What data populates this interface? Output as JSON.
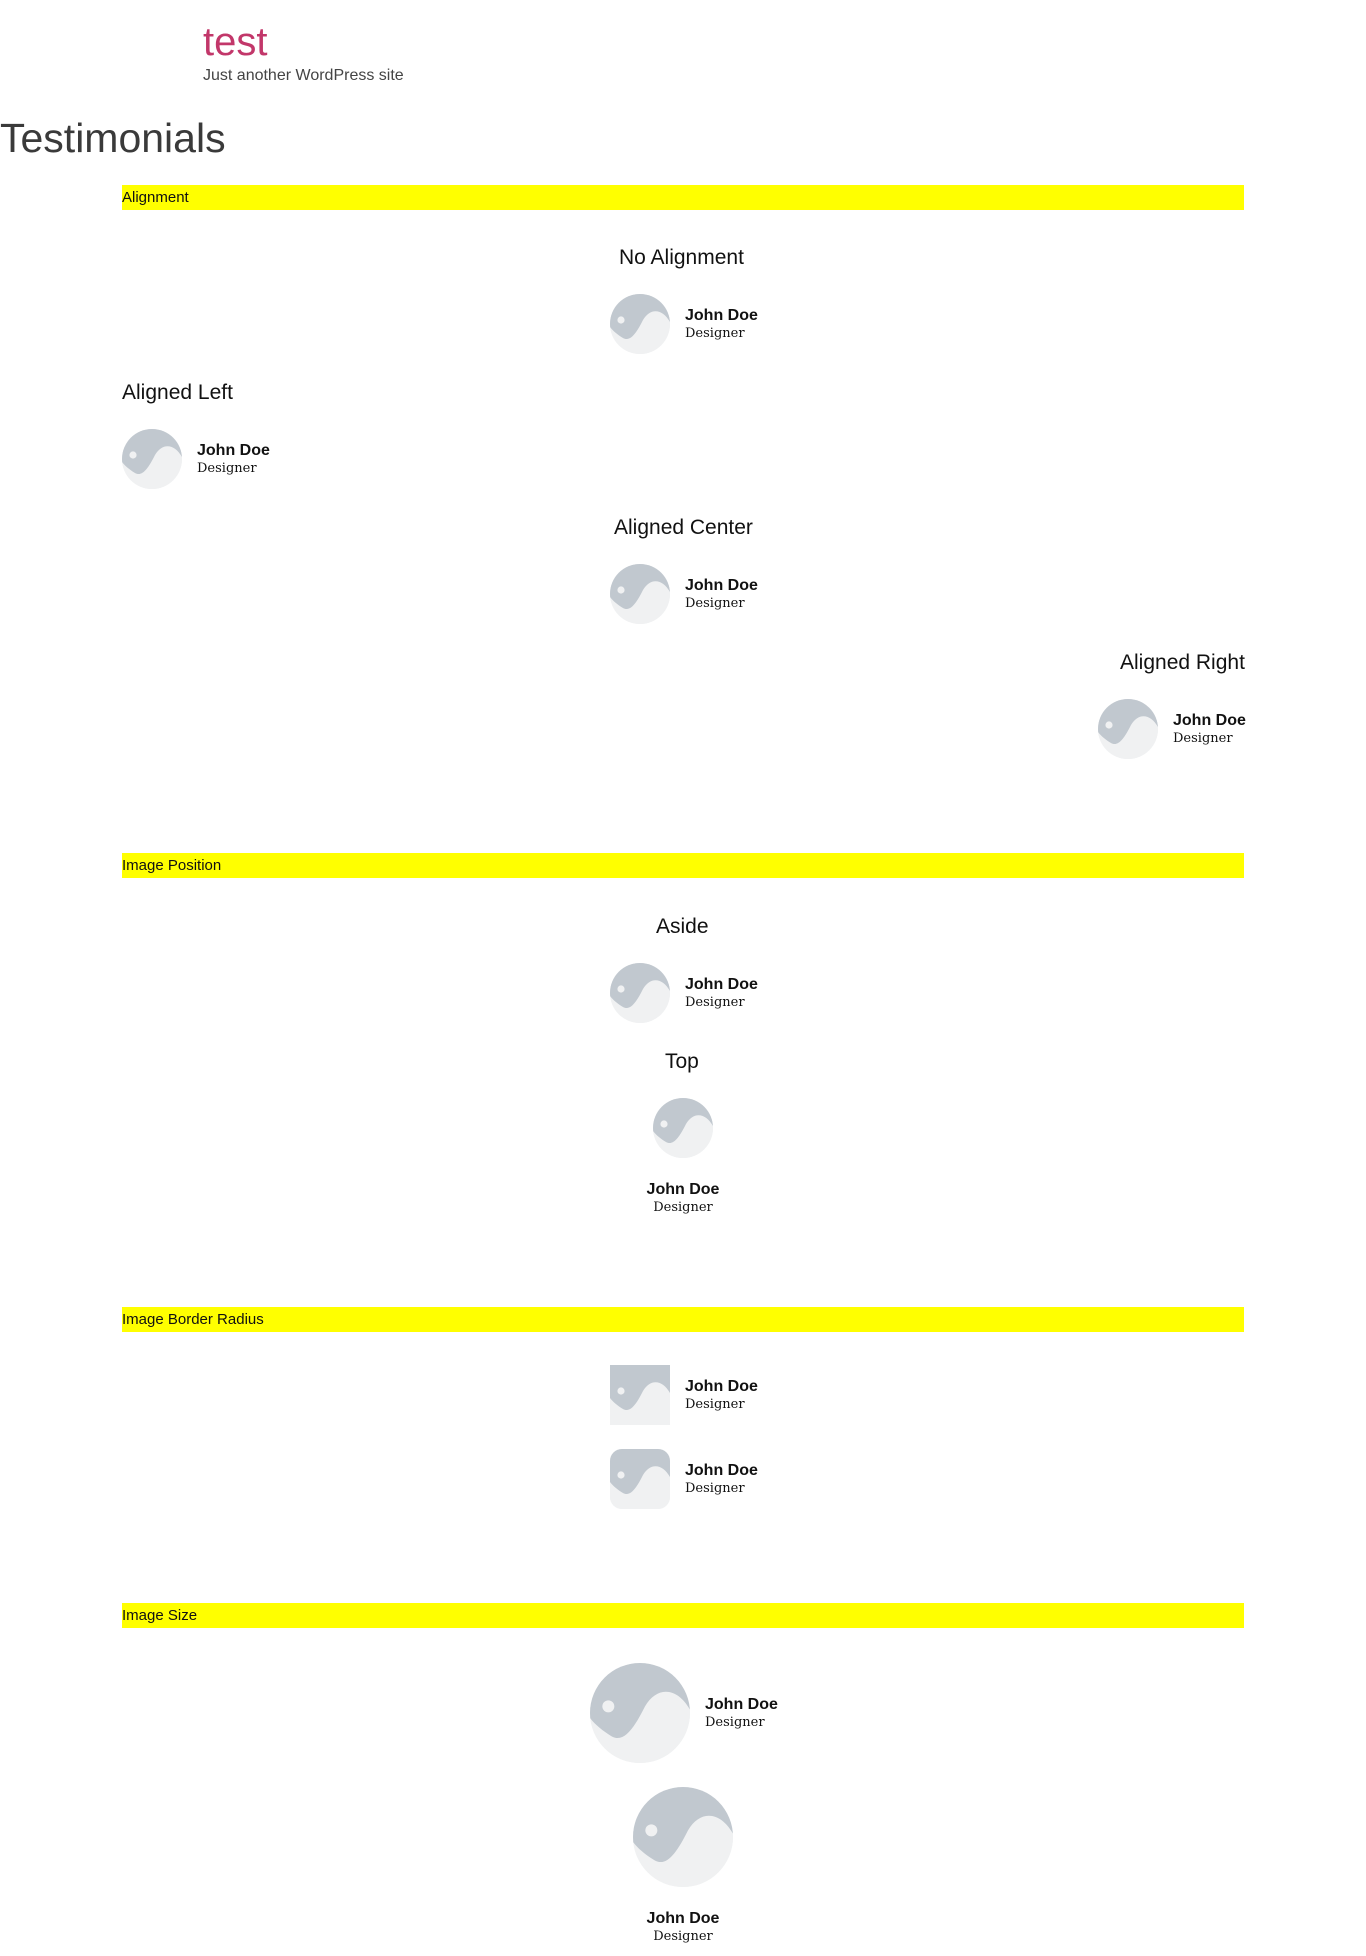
{
  "site": {
    "title": "test",
    "tagline": "Just another WordPress site"
  },
  "page": {
    "title": "Testimonials"
  },
  "colors": {
    "site_title": "#c2376a",
    "section_bar": "#ffff00",
    "avatar_back": "#f0f1f2",
    "avatar_front": "#c1c8cf"
  },
  "icons": {
    "avatar": "image-placeholder-icon"
  },
  "sections": {
    "alignment": {
      "label": "Alignment",
      "headings": {
        "none": "No Alignment",
        "left": "Aligned Left",
        "center": "Aligned Center",
        "right": "Aligned Right"
      }
    },
    "image_position": {
      "label": "Image Position",
      "headings": {
        "aside": "Aside",
        "top": "Top"
      }
    },
    "border_radius": {
      "label": "Image Border Radius"
    },
    "image_size": {
      "label": "Image Size"
    }
  },
  "testimonial": {
    "name": "John Doe",
    "role": "Designer"
  }
}
